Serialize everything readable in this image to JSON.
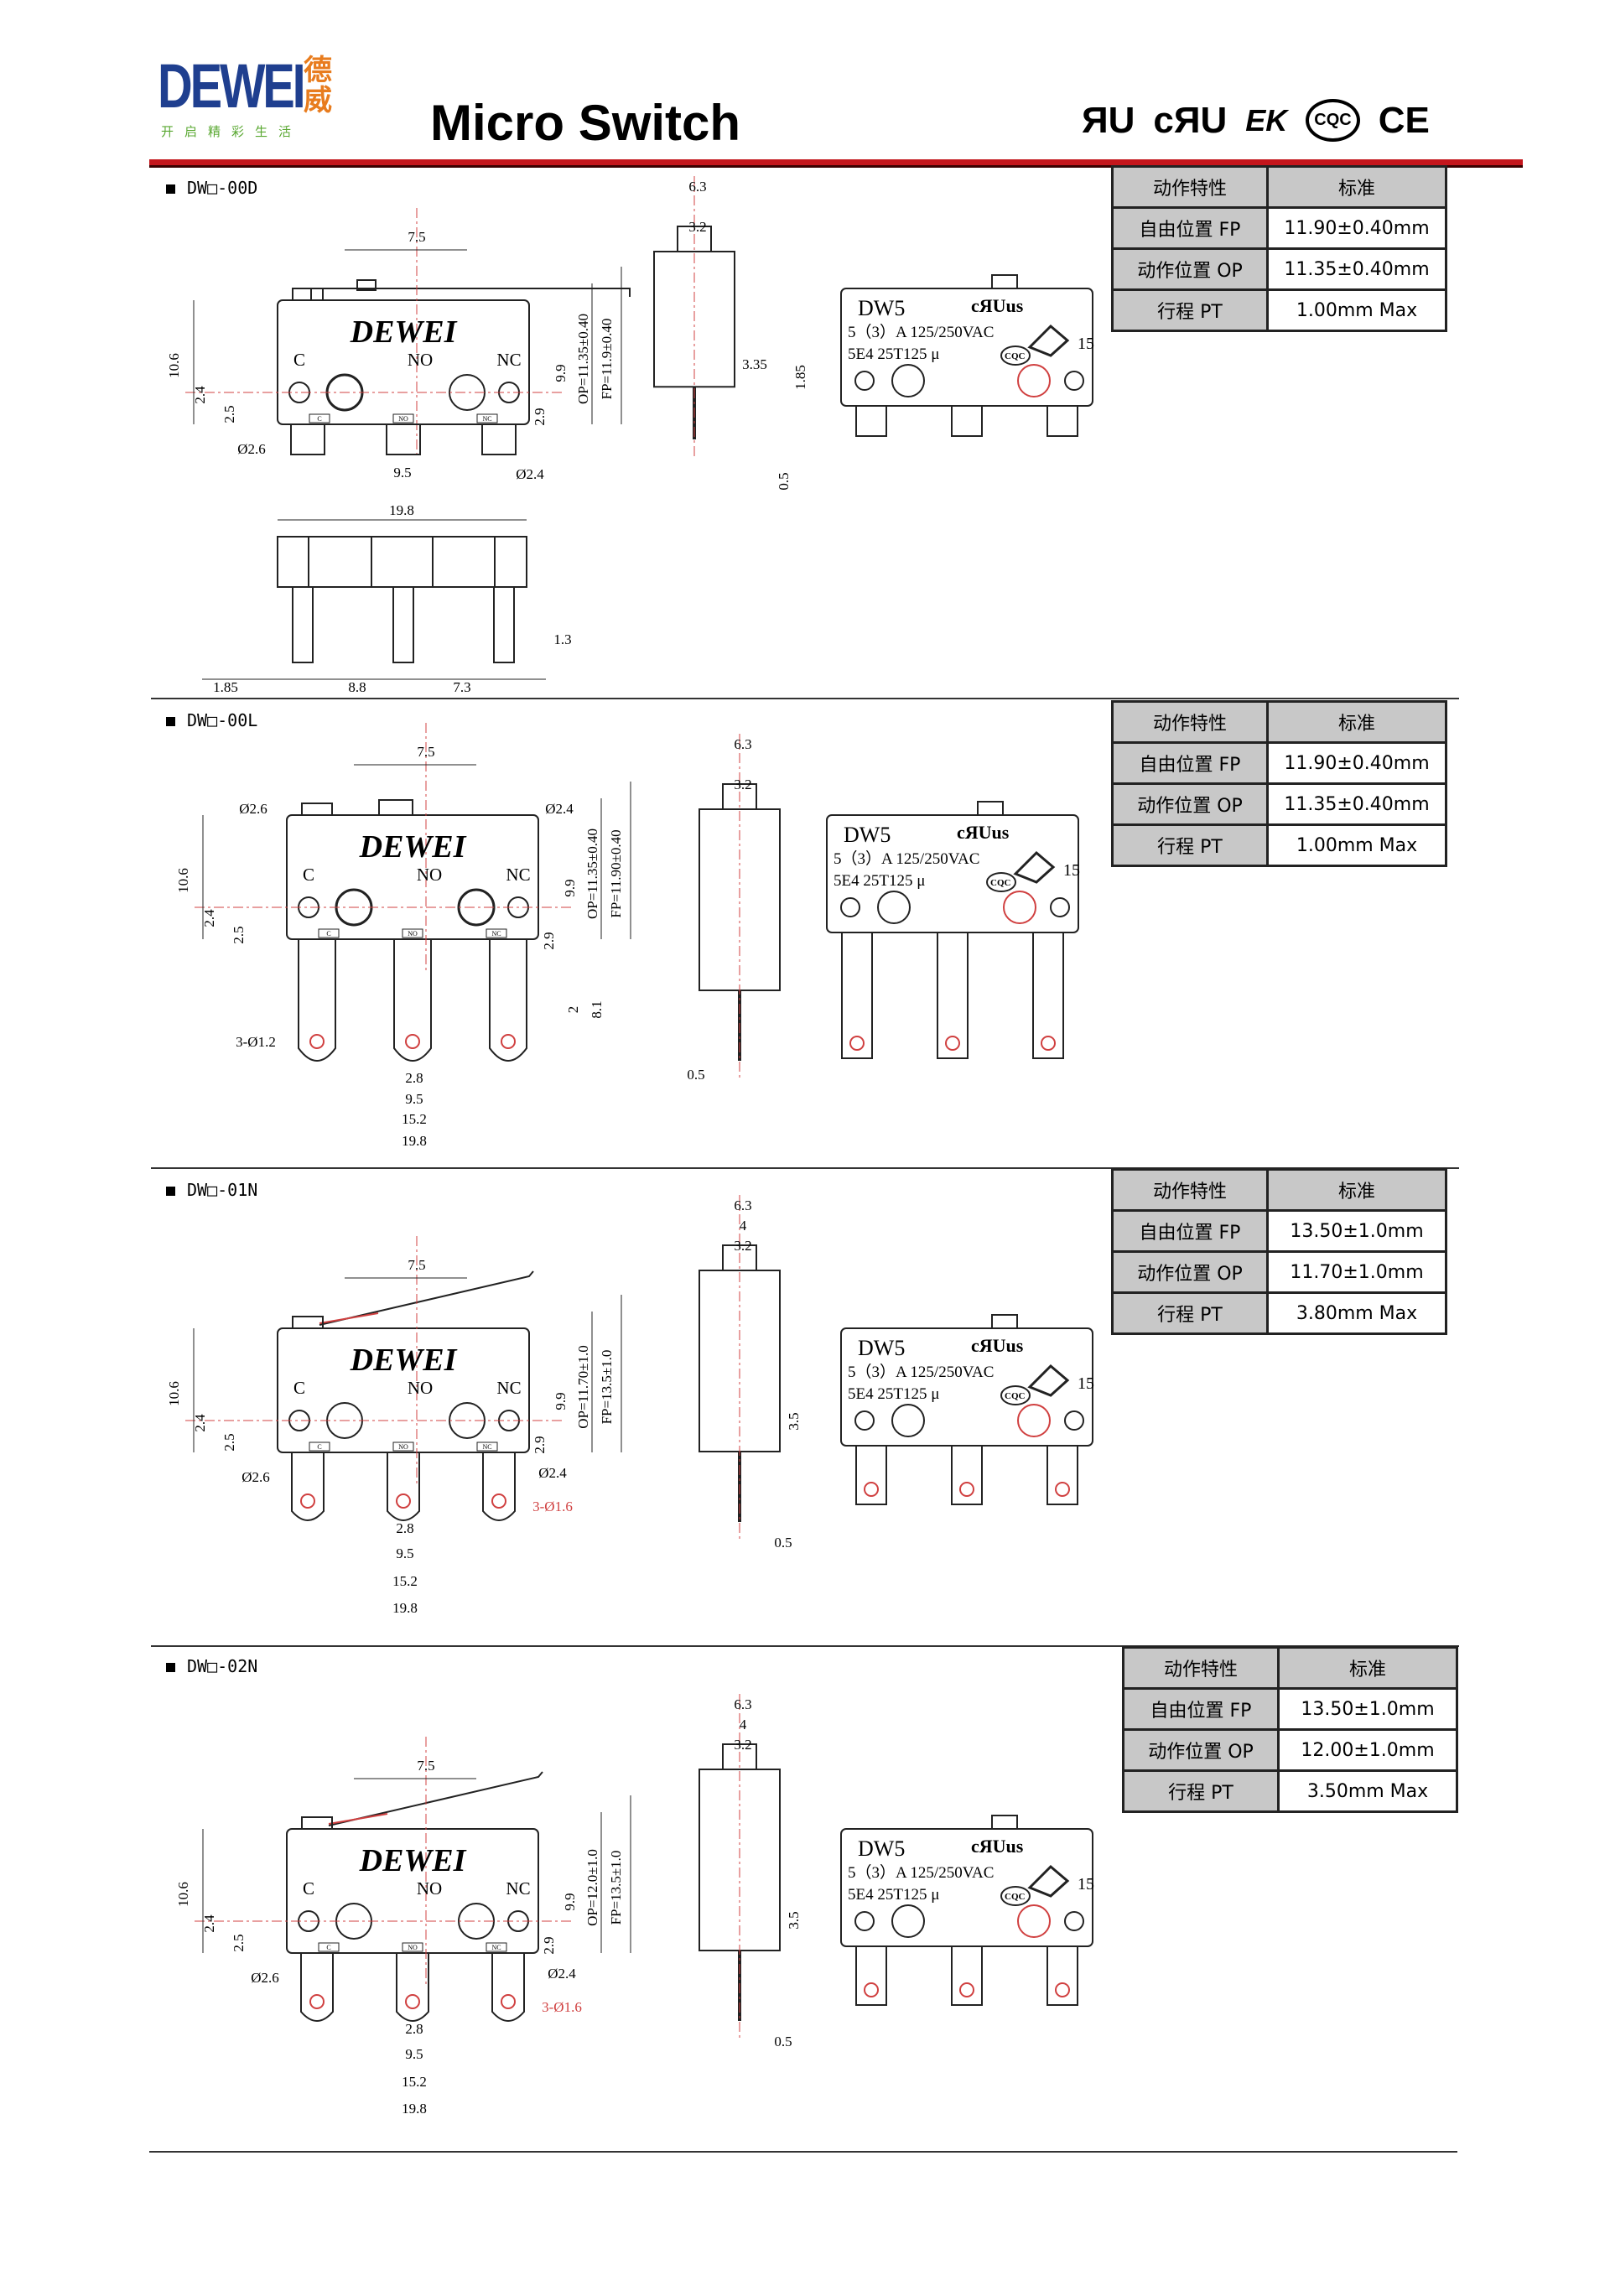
{
  "header": {
    "logo_text": "DEWEI",
    "logo_cn": "德威",
    "logo_slogan": "开启精彩生活",
    "title": "Micro Switch",
    "cert_marks": [
      "ЯU",
      "cЯU",
      "EK",
      "CQC",
      "CE"
    ]
  },
  "switch_marking": {
    "brand": "DEWEI",
    "c": "C",
    "no": "NO",
    "nc": "NC",
    "model": "DW5",
    "ul": "cЯUus",
    "rating": "5（3）A 125/250VAC",
    "code": "5E4  25T125  μ",
    "cqc": "CQC",
    "num": "15",
    "tag_c": "C",
    "tag_no": "NO",
    "tag_nc": "NC"
  },
  "table_headers": [
    "动作特性",
    "标准"
  ],
  "table_keys": [
    "自由位置 FP",
    "动作位置 OP",
    "行程 PT"
  ],
  "sections": [
    {
      "model": "DW□-00D",
      "values": [
        "11.90±0.40mm",
        "11.35±0.40mm",
        "1.00mm Max"
      ],
      "dims": {
        "d75": "7.5",
        "d106": "10.6",
        "d24": "2.4",
        "d25": "2.5",
        "p26": "Ø2.6",
        "d95": "9.5",
        "p24": "Ø2.4",
        "d99": "9.9",
        "d29": "2.9",
        "op": "OP=11.35±0.40",
        "fp": "FP=11.9±0.40"
      },
      "side_dims": {
        "w63": "6.3",
        "w32": "3.2",
        "h335": "3.35",
        "h185": "1.85",
        "t05": "0.5"
      },
      "bottom_dims": {
        "b198": "19.8",
        "b185": "1.85",
        "b88": "8.8",
        "b73": "7.3",
        "b13": "1.3"
      }
    },
    {
      "model": "DW□-00L",
      "values": [
        "11.90±0.40mm",
        "11.35±0.40mm",
        "1.00mm Max"
      ],
      "dims": {
        "d75": "7.5",
        "d106": "10.6",
        "p26": "Ø2.6",
        "p24": "Ø2.4",
        "d24": "2.4",
        "d25": "2.5",
        "d99": "9.9",
        "d29": "2.9",
        "op": "OP=11.35±0.40",
        "fp": "FP=11.90±0.40",
        "d2": "2",
        "d81": "8.1",
        "p12": "3-Ø1.2",
        "d28": "2.8",
        "d95": "9.5",
        "d152": "15.2",
        "d198": "19.8"
      },
      "side_dims": {
        "w63": "6.3",
        "w32": "3.2",
        "t05": "0.5"
      }
    },
    {
      "model": "DW□-01N",
      "values": [
        "13.50±1.0mm",
        "11.70±1.0mm",
        "3.80mm Max"
      ],
      "dims": {
        "d75": "7.5",
        "d106": "10.6",
        "d24": "2.4",
        "d25": "2.5",
        "p26": "Ø2.6",
        "p24": "Ø2.4",
        "p16": "3-Ø1.6",
        "d99": "9.9",
        "d29": "2.9",
        "op": "OP=11.70±1.0",
        "fp": "FP=13.5±1.0",
        "d28": "2.8",
        "d95": "9.5",
        "d152": "15.2",
        "d198": "19.8"
      },
      "side_dims": {
        "w63": "6.3",
        "w4": "4",
        "w32": "3.2",
        "h35": "3.5",
        "t05": "0.5"
      }
    },
    {
      "model": "DW□-02N",
      "values": [
        "13.50±1.0mm",
        "12.00±1.0mm",
        "3.50mm Max"
      ],
      "dims": {
        "d75": "7.5",
        "d106": "10.6",
        "d24": "2.4",
        "d25": "2.5",
        "p26": "Ø2.6",
        "p24": "Ø2.4",
        "p16": "3-Ø1.6",
        "d99": "9.9",
        "d29": "2.9",
        "op": "OP=12.0±1.0",
        "fp": "FP=13.5±1.0",
        "d28": "2.8",
        "d95": "9.5",
        "d152": "15.2",
        "d198": "19.8"
      },
      "side_dims": {
        "w63": "6.3",
        "w4": "4",
        "w32": "3.2",
        "h35": "3.5",
        "t05": "0.5"
      }
    }
  ]
}
